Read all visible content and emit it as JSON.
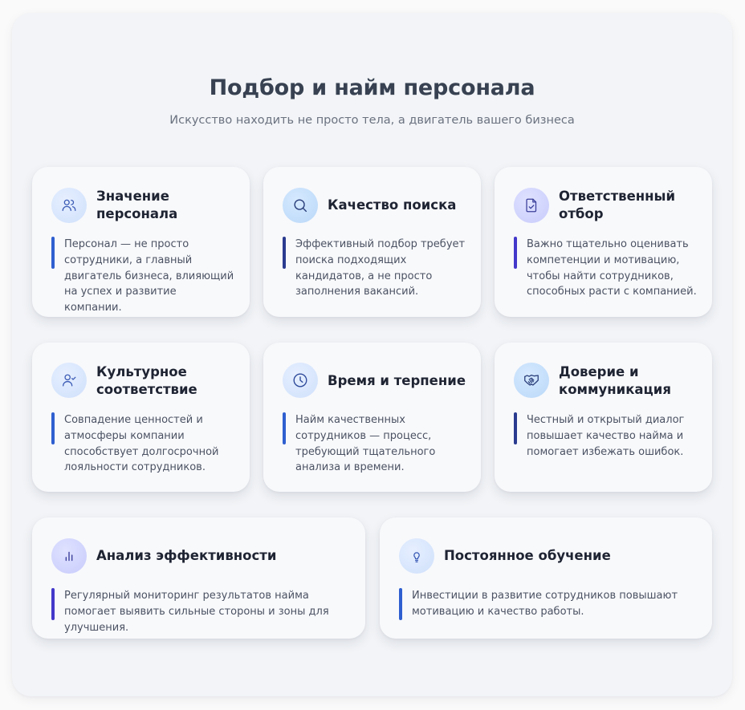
{
  "header": {
    "title": "Подбор и найм персонала",
    "subtitle": "Искусство находить не просто тела, а двигатель вашего бизнеса"
  },
  "colors": {
    "panel_bg": "#f2f4f7",
    "card_bg": "#f8f9fb",
    "title_color": "#374151",
    "accent_blue": "#2f5fd0",
    "accent_navy": "#2a3b8f",
    "accent_indigo": "#4338ca"
  },
  "cards": [
    {
      "icon": "users-icon",
      "title": "Значение персонала",
      "description": "Персонал — не просто сотрудники, а главный двигатель бизнеса, влияющий на успех и развитие компании.",
      "accent": "#2f5fd0"
    },
    {
      "icon": "search-icon",
      "title": "Качество поиска",
      "description": "Эффективный подбор требует поиска подходящих кандидатов, а не просто заполнения вакансий.",
      "accent": "#2a3b8f"
    },
    {
      "icon": "file-check-icon",
      "title": "Ответственный отбор",
      "description": "Важно тщательно оценивать компетенции и мотивацию, чтобы найти сотрудников, способных расти с компанией.",
      "accent": "#4338ca"
    },
    {
      "icon": "user-check-icon",
      "title": "Культурное соответствие",
      "description": "Совпадение ценностей и атмосферы компании способствует долгосрочной лояльности сотрудников.",
      "accent": "#2f5fd0"
    },
    {
      "icon": "clock-icon",
      "title": "Время и терпение",
      "description": "Найм качественных сотрудников — процесс, требующий тщательного анализа и времени.",
      "accent": "#2f5fd0"
    },
    {
      "icon": "handshake-icon",
      "title": "Доверие и коммуникация",
      "description": "Честный и открытый диалог повышает качество найма и помогает избежать ошибок.",
      "accent": "#2a3b8f"
    },
    {
      "icon": "bar-chart-icon",
      "title": "Анализ эффективности",
      "description": "Регулярный мониторинг результатов найма помогает выявить сильные стороны и зоны для улучшения.",
      "accent": "#4338ca"
    },
    {
      "icon": "lightbulb-icon",
      "title": "Постоянное обучение",
      "description": "Инвестиции в развитие сотрудников повышают мотивацию и качество работы.",
      "accent": "#2f5fd0"
    }
  ]
}
